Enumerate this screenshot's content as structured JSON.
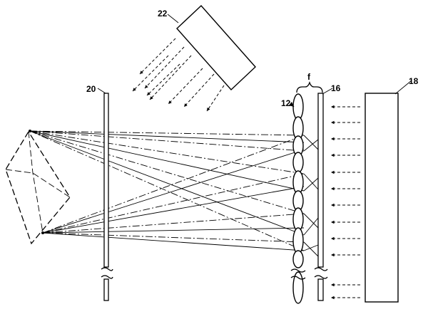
{
  "figure": {
    "labels": {
      "source": "22",
      "plate": "20",
      "lens_array": "12",
      "screen": "16",
      "backlight": "18",
      "focal_length": "f"
    }
  }
}
